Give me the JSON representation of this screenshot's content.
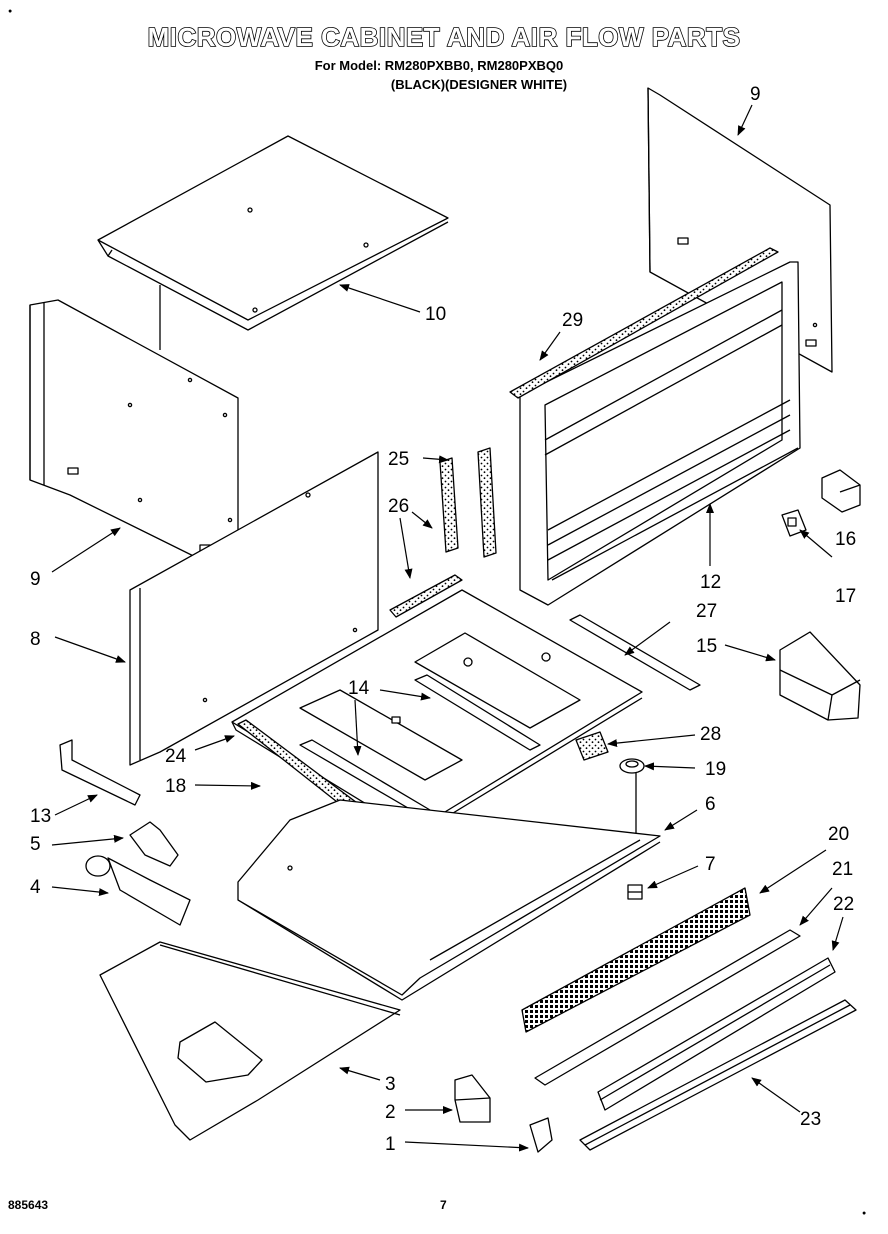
{
  "header": {
    "title": "MICROWAVE CABINET AND AIR FLOW PARTS",
    "model_line": "For Model: RM280PXBB0, RM280PXBQ0",
    "color_line": "(BLACK)(DESIGNER WHITE)"
  },
  "callouts": [
    "1",
    "2",
    "3",
    "4",
    "5",
    "6",
    "7",
    "8",
    "9",
    "9",
    "10",
    "12",
    "13",
    "14",
    "15",
    "16",
    "17",
    "18",
    "19",
    "20",
    "21",
    "22",
    "23",
    "24",
    "25",
    "26",
    "27",
    "28",
    "29"
  ],
  "footer": {
    "doc_number": "885643",
    "page_number": "7"
  }
}
